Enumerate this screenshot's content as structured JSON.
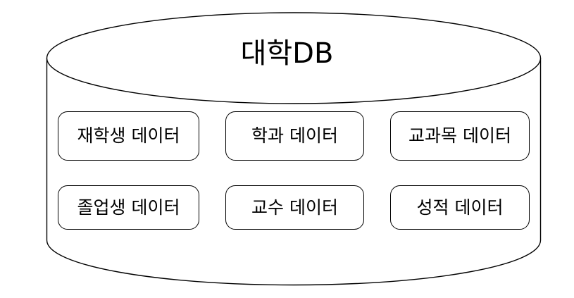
{
  "diagram": {
    "type": "database-cylinder",
    "title": "대학DB",
    "background_color": "#ffffff",
    "stroke_color": "#000000",
    "fill_color": "#ffffff",
    "entities": [
      {
        "label": "재학생 데이터",
        "row": 1,
        "column": 1
      },
      {
        "label": "학과 데이터",
        "row": 1,
        "column": 2
      },
      {
        "label": "교과목 데이터",
        "row": 1,
        "column": 3
      },
      {
        "label": "졸업생 데이터",
        "row": 2,
        "column": 1
      },
      {
        "label": "교수 데이터",
        "row": 2,
        "column": 2
      },
      {
        "label": "성적 데이터",
        "row": 2,
        "column": 3
      }
    ]
  }
}
